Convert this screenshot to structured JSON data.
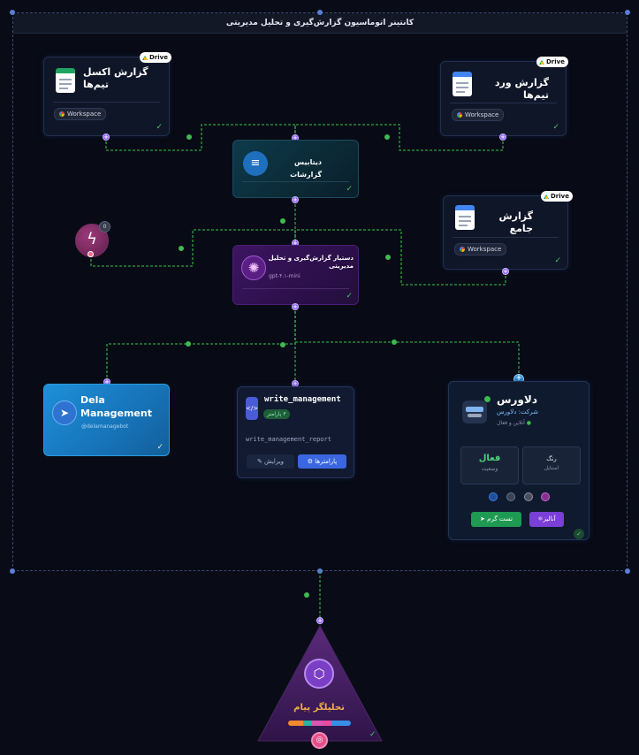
{
  "container": {
    "title": "کانتینر اتوماسیون گزارش‌گیری و تحلیل مدیریتی"
  },
  "nodes": {
    "excel_report": {
      "title_line1": "گزارش اکسل",
      "title_line2": "تیم‌ها",
      "badge": "Drive",
      "workspace": "Workspace"
    },
    "word_report": {
      "title": "گزارش ورد تیم‌ها",
      "badge": "Drive",
      "workspace": "Workspace"
    },
    "database": {
      "title": "دیتابیس گزارشات"
    },
    "general_report": {
      "title": "گزارش جامع",
      "badge": "Drive",
      "workspace": "Workspace"
    },
    "trigger": {
      "count": "0"
    },
    "assistant": {
      "title_line1": "دستیار گزارش‌گیری و تحلیل",
      "title_line2": "مدیریتی",
      "model": "gpt-۴.۱-mini"
    },
    "telegram": {
      "title_line1": "Dela",
      "title_line2": "Management",
      "handle": "@delamanagebot"
    },
    "function": {
      "title": "write_management",
      "params_badge": "۳ پارامتر",
      "name": "write_management_report",
      "params_button": "پارامترها",
      "edit_button": "ویرایش"
    },
    "agent": {
      "name": "دلاورس",
      "company": "شرکت: دلاورس",
      "status": "آنلاین و فعال",
      "state_value": "فعال",
      "state_label": "وضعیت",
      "color_label": "رنگ",
      "style_label": "استایل",
      "analyze_button": "آنالیز",
      "warm_test_button": "تست گرم"
    },
    "analyzer": {
      "title": "تحلیلگر پیام"
    }
  },
  "colors": {
    "background": "#090c16",
    "edge": "#2ea043",
    "port": "#8b5cf6",
    "check": "#4cc46a"
  }
}
